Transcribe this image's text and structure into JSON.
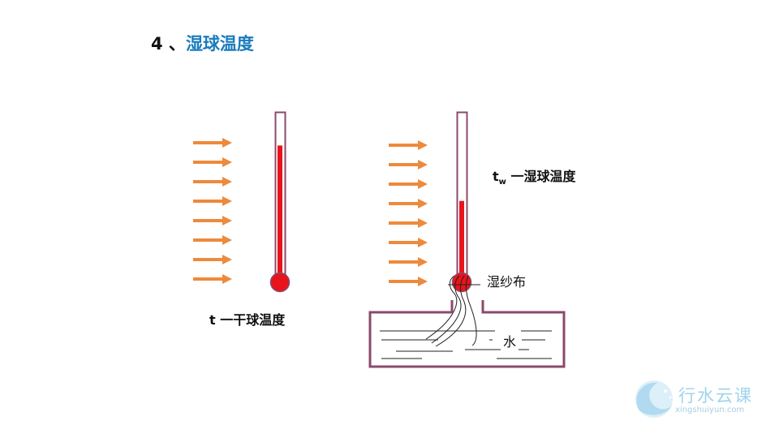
{
  "title": {
    "number": "4 、",
    "text": "湿球温度"
  },
  "labels": {
    "dry_symbol": "t",
    "dry_text": " 一干球温度",
    "wet_symbol": "t",
    "wet_subscript": "w",
    "wet_text": " 一湿球温度",
    "gauze": "湿纱布",
    "water": "水"
  },
  "watermark": {
    "name": "行水云课",
    "url": "xingshuiyun.com"
  },
  "colors": {
    "arrow": "#ed8a3c",
    "mercury": "#e8141b",
    "tube": "#8b4a6b",
    "title_accent": "#1a7bbd"
  },
  "thermometers": {
    "dry_level_fraction": 0.8,
    "wet_level_fraction": 0.47
  }
}
